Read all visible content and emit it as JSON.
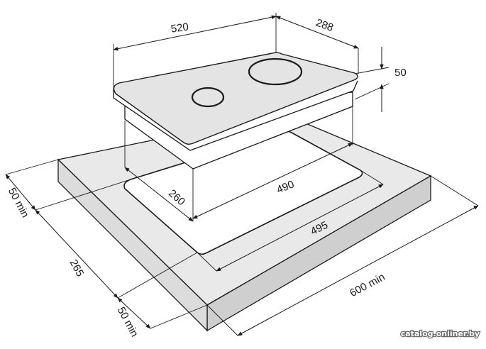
{
  "hob_dimensions": {
    "width": "520",
    "depth": "288",
    "height": "50"
  },
  "cutout_dimensions": {
    "depth": "260",
    "width": "490",
    "outer_width": "495"
  },
  "countertop_dimensions": {
    "back_clearance": "50 min",
    "left_depth": "265",
    "front_clearance": "50 min",
    "width_min": "600 min"
  },
  "watermark": "catalog.onliner.by",
  "colors": {
    "hob_surface": "#e4e4e4",
    "countertop_top": "#e9e9e9",
    "countertop_side": "#cfcfcf",
    "line": "#1a1a1a"
  }
}
